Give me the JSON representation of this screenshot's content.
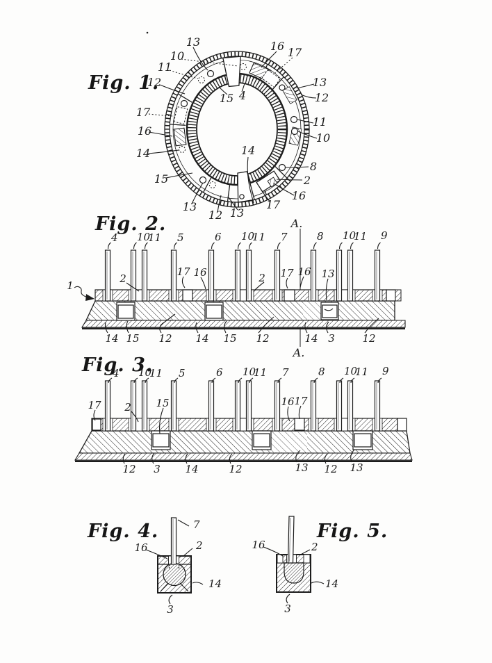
{
  "page": {
    "background": "#fdfdfc",
    "ink": "#1c1c1c"
  },
  "fig1": {
    "title": "Fig. 1.",
    "labels": {
      "t13": "13",
      "t10": "10",
      "t11": "11",
      "t12": "12",
      "t16": "16",
      "t17": "17",
      "r13": "13",
      "r12": "12",
      "r11": "11",
      "r10": "10",
      "r8": "8",
      "r2": "2",
      "r16": "16",
      "r17": "17",
      "l17": "17",
      "l16": "16",
      "l14": "14",
      "l15": "15",
      "b13a": "13",
      "b12": "12",
      "b13b": "13",
      "c14": "14",
      "i15": "15",
      "i4": "4"
    }
  },
  "fig2": {
    "title": "Fig. 2.",
    "section_top": "A.",
    "section_bottom": "A.",
    "ref_arrow": "1",
    "pin_labels": [
      "4",
      "10",
      "11",
      "5",
      "6",
      "10",
      "11",
      "7",
      "8",
      "10",
      "11",
      "9"
    ],
    "mid_labels": {
      "s2a": "2",
      "s17a": "17",
      "s16a": "16",
      "s2b": "2",
      "s17b": "17",
      "s16b": "16",
      "s13": "13"
    },
    "bottom_labels": [
      "14",
      "15",
      "12",
      "14",
      "15",
      "12",
      "14",
      "3",
      "12"
    ]
  },
  "fig3": {
    "title": "Fig. 3.",
    "pin_labels": [
      "4",
      "10",
      "11",
      "5",
      "6",
      "10",
      "11",
      "7",
      "8",
      "10",
      "11",
      "9"
    ],
    "mid_labels": {
      "s17l": "17",
      "s2": "2",
      "s15": "15",
      "s16": "16",
      "s17r": "17"
    },
    "bottom_labels": [
      "12",
      "3",
      "14",
      "12",
      "13",
      "12",
      "13"
    ]
  },
  "fig4": {
    "title": "Fig. 4.",
    "labels": {
      "pin": "7",
      "notch": "16",
      "strip": "2",
      "seat": "14",
      "block": "3"
    }
  },
  "fig5": {
    "title": "Fig. 5.",
    "labels": {
      "notch": "16",
      "strip": "2",
      "seat": "14",
      "block": "3"
    }
  }
}
